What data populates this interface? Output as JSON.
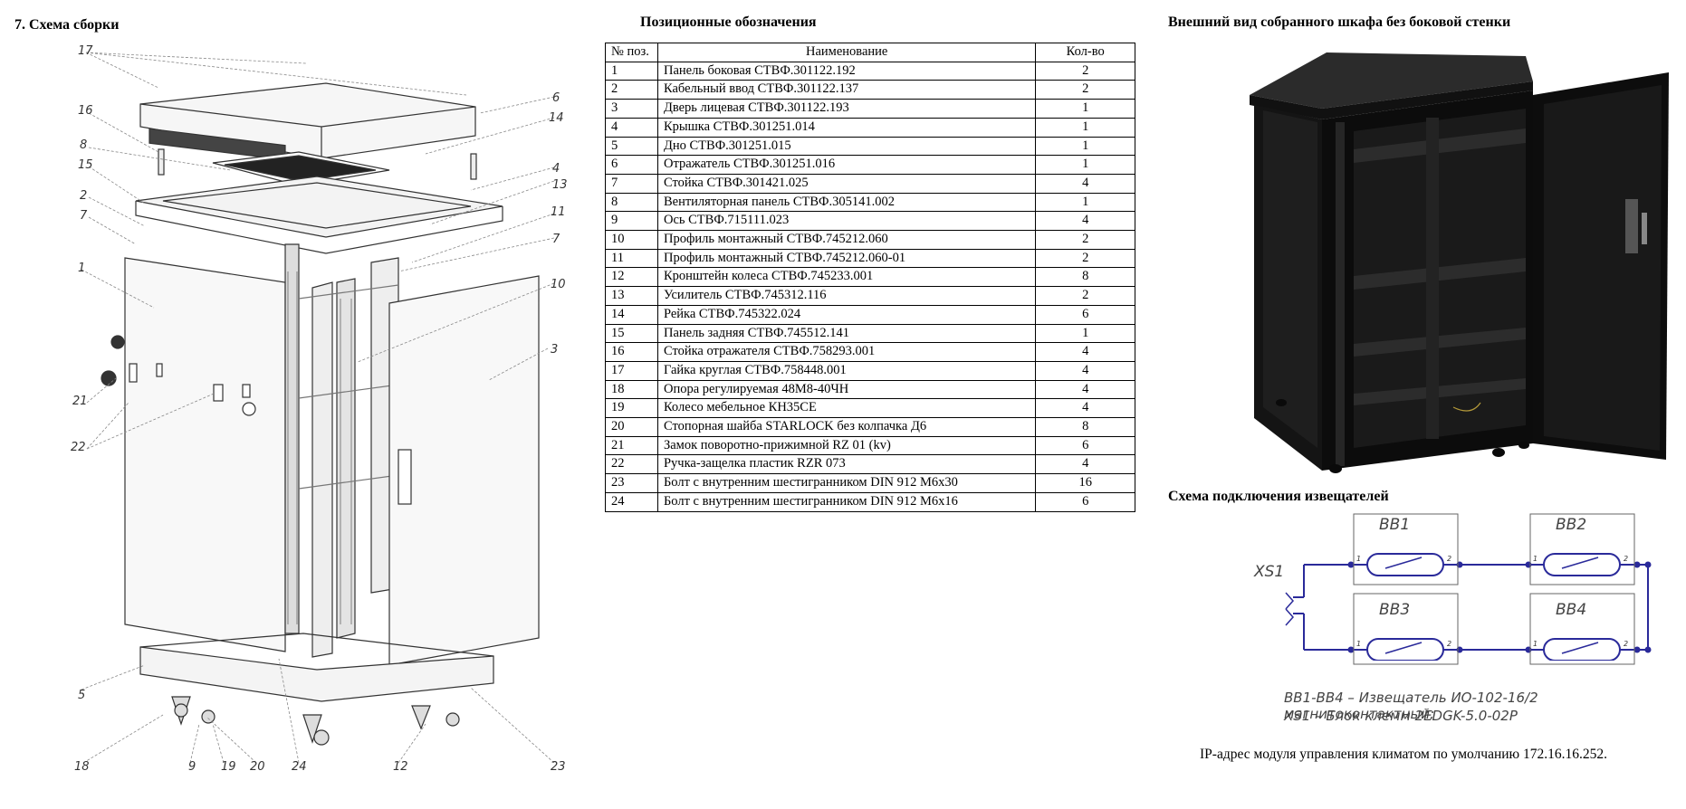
{
  "assembly": {
    "heading": "7.   Схема сборки",
    "callouts": [
      "17",
      "16",
      "8",
      "15",
      "2",
      "7",
      "1",
      "21",
      "22",
      "5",
      "18",
      "9",
      "19",
      "20",
      "24",
      "12",
      "23",
      "3",
      "10",
      "7",
      "11",
      "13",
      "4",
      "14",
      "6"
    ]
  },
  "designations": {
    "heading": "Позиционные обозначения",
    "columns": [
      "№ поз.",
      "Наименование",
      "Кол-во"
    ],
    "rows": [
      [
        "1",
        "Панель боковая СТВФ.301122.192",
        "2"
      ],
      [
        "2",
        "Кабельный ввод СТВФ.301122.137",
        "2"
      ],
      [
        "3",
        "Дверь лицевая СТВФ.301122.193",
        "1"
      ],
      [
        "4",
        "Крышка СТВФ.301251.014",
        "1"
      ],
      [
        "5",
        "Дно СТВФ.301251.015",
        "1"
      ],
      [
        "6",
        "Отражатель СТВФ.301251.016",
        "1"
      ],
      [
        "7",
        "Стойка СТВФ.301421.025",
        "4"
      ],
      [
        "8",
        "Вентиляторная панель СТВФ.305141.002",
        "1"
      ],
      [
        "9",
        "Ось СТВФ.715111.023",
        "4"
      ],
      [
        "10",
        "Профиль монтажный СТВФ.745212.060",
        "2"
      ],
      [
        "11",
        "Профиль монтажный СТВФ.745212.060-01",
        "2"
      ],
      [
        "12",
        "Кронштейн колеса СТВФ.745233.001",
        "8"
      ],
      [
        "13",
        "Усилитель СТВФ.745312.116",
        "2"
      ],
      [
        "14",
        "Рейка СТВФ.745322.024",
        "6"
      ],
      [
        "15",
        "Панель задняя СТВФ.745512.141",
        "1"
      ],
      [
        "16",
        "Стойка отражателя СТВФ.758293.001",
        "4"
      ],
      [
        "17",
        "Гайка круглая СТВФ.758448.001",
        "4"
      ],
      [
        "18",
        "Опора регулируемая 48М8-40ЧН",
        "4"
      ],
      [
        "19",
        "Колесо мебельное КН35СЕ",
        "4"
      ],
      [
        "20",
        "Стопорная шайба STARLOCK без колпачка Д6",
        "8"
      ],
      [
        "21",
        "Замок поворотно-прижимной RZ 01 (kv)",
        "6"
      ],
      [
        "22",
        "Ручка-защелка пластик RZR 073",
        "4"
      ],
      [
        "23",
        "Болт с внутренним шестигранником DIN 912 М6х30",
        "16"
      ],
      [
        "24",
        "Болт с внутренним шестигранником DIN 912 М6х16",
        "6"
      ]
    ]
  },
  "exterior": {
    "heading": "Внешний вид собранного шкафа без боковой стенки"
  },
  "wiring": {
    "heading": "Схема подключения извещателей",
    "connector": "XS1",
    "sensors": [
      "BB1",
      "BB2",
      "BB3",
      "BB4"
    ],
    "legend_line1": "BB1-BB4 – Извещатель ИО-102-16/2 магнитоконтактный;",
    "legend_line2": "XS1 – Блок клемм 2EDGK-5.0-02P",
    "colors": {
      "wire": "#2a2a9a",
      "frame": "#555555"
    }
  },
  "footer_note": "IP-адрес модуля управления климатом по умолчанию 172.16.16.252."
}
